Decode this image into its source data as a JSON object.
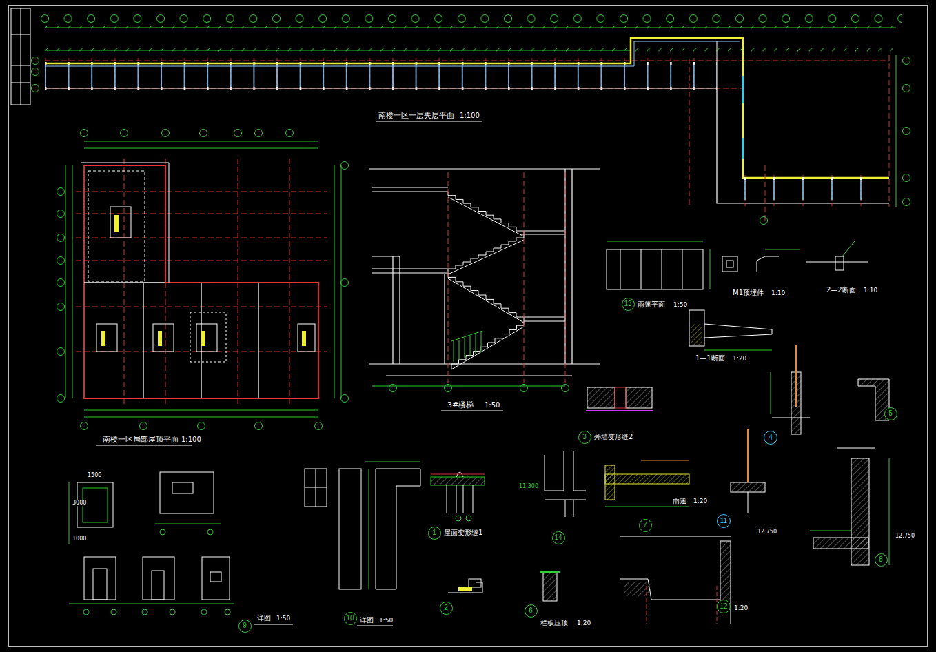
{
  "diagram": {
    "nodes": [
      {
        "text": [
          "13"
        ]
      },
      {
        "text": [
          "3"
        ]
      },
      {
        "text": [
          "4"
        ]
      },
      {
        "text": [
          "5"
        ]
      },
      {
        "text": [
          "1"
        ]
      },
      {
        "text": [
          "14"
        ]
      },
      {
        "text": [
          "7"
        ]
      },
      {
        "text": [
          "11"
        ]
      },
      {
        "text": [
          "8"
        ]
      },
      {
        "text": [
          "12"
        ]
      },
      {
        "text": [
          "2"
        ]
      },
      {
        "text": [
          "6"
        ]
      },
      {
        "text": [
          "9"
        ]
      },
      {
        "text": [
          "10"
        ]
      }
    ],
    "labels": [
      "南楼一区一层夹层平面",
      "1:100",
      "南楼一区局部屋顶平面",
      "1:100",
      "3#楼梯",
      "1:50",
      "雨篷平面",
      "1:50",
      "M1预埋件",
      "1:10",
      "2—2断面",
      "1:10",
      "1—1断面",
      "1:20",
      "外墙变形缝2",
      "屋面变形缝1",
      "雨篷",
      "1:20",
      "1:20",
      "栏板压顶",
      "1:20",
      "详图",
      "1:50",
      "详图",
      "1:50",
      "1500",
      "3000",
      "1000",
      "11.300",
      "12.750",
      "12.750"
    ]
  }
}
